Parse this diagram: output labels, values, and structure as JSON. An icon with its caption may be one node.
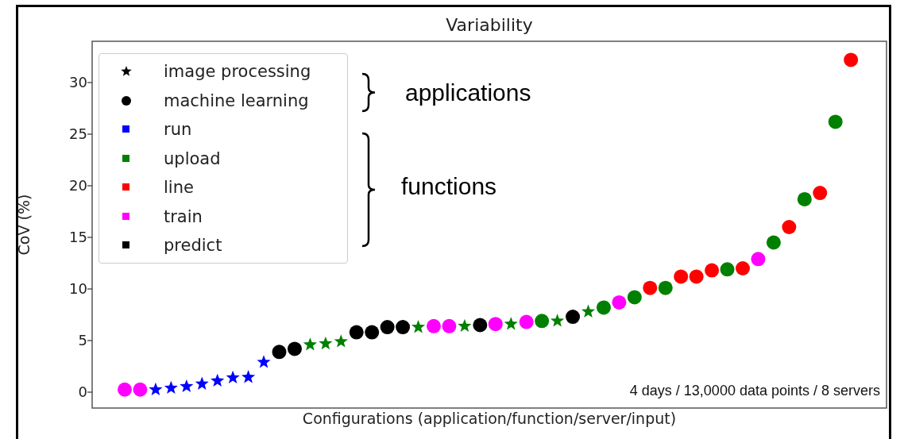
{
  "diagram": {
    "title": "Variability",
    "labels": [
      "30",
      "25",
      "20",
      "15",
      "10",
      "5",
      "0",
      "CoV (%)",
      "applications",
      "functions",
      "4 days / 13,0000 data points / 8 servers",
      "Configurations (application/function/server/input)"
    ],
    "legend": [
      {
        "text": "image processing"
      },
      {
        "text": "machine learning"
      },
      {
        "text": "run",
        "color": "#0000ff"
      },
      {
        "text": "upload",
        "color": "#008000"
      },
      {
        "text": "line",
        "color": "#ff0000"
      },
      {
        "text": "train",
        "color": "#ff00ff"
      },
      {
        "text": "predict",
        "color": "#000000"
      }
    ]
  }
}
